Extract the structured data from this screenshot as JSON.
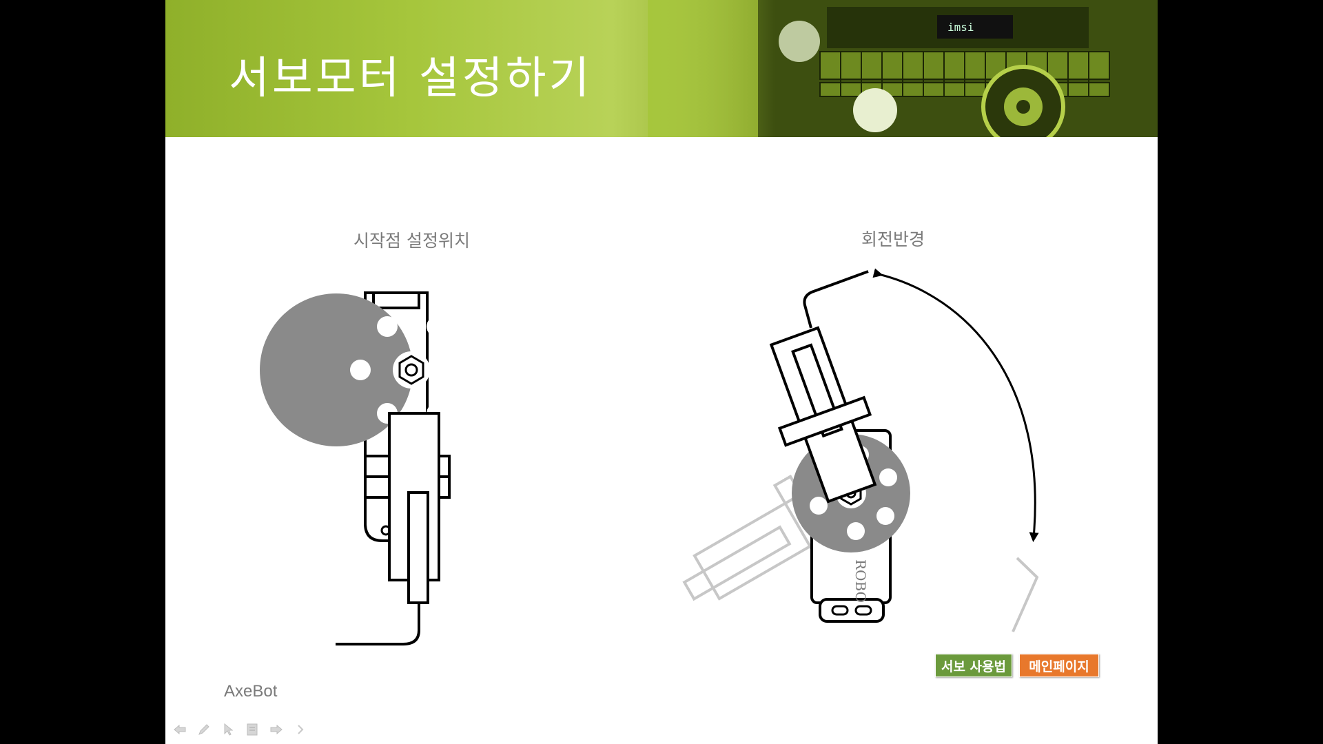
{
  "slide": {
    "title": "서보모터 설정하기",
    "left_caption": "시작점 설정위치",
    "right_caption": "회전반경",
    "servo_label": "ROBO",
    "footer": "AxeBot",
    "buttons": {
      "servo_usage": "서보 사용법",
      "main_page": "메인페이지"
    }
  },
  "colors": {
    "banner_green": "#a6c63c",
    "servo_button": "#6b9a3c",
    "main_button": "#e8782c",
    "horn_gray": "#8a8a8a",
    "caption_gray": "#7a7a7a"
  },
  "toolbar": {
    "icons": [
      "back-arrow-icon",
      "pen-icon",
      "pointer-icon",
      "slide-menu-icon",
      "forward-arrow-icon",
      "chevron-right-icon"
    ]
  }
}
